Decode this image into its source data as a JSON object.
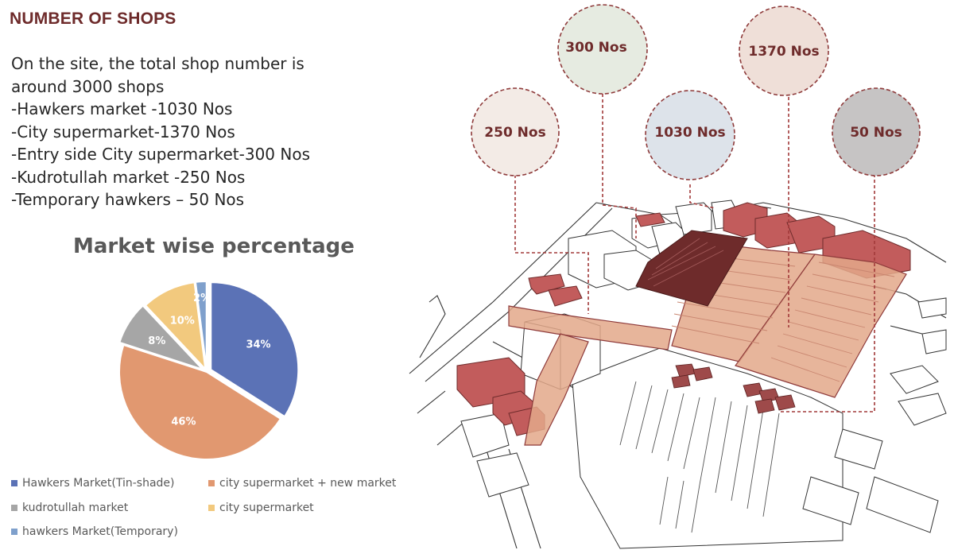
{
  "heading": "NUMBER OF SHOPS",
  "description": [
    "On the site, the total shop number is",
    "around 3000 shops",
    "-Hawkers market -1030 Nos",
    "-City supermarket-1370 Nos",
    "-Entry side City supermarket-300 Nos",
    "-Kudrotullah market -250 Nos",
    "-Temporary hawkers – 50 Nos"
  ],
  "chart_data": {
    "type": "pie",
    "title": "Market wise percentage",
    "categories": [
      "Hawkers Market(Tin-shade)",
      "city supermarket + new market",
      "kudrotullah market",
      "city supermarket",
      "hawkers Market(Temporary)"
    ],
    "values": [
      34,
      46,
      8,
      10,
      2
    ],
    "labels": [
      "34%",
      "46%",
      "8%",
      "10%",
      "2%"
    ],
    "colors": [
      "#5b72b6",
      "#e19870",
      "#a6a6a6",
      "#f2c97e",
      "#7fa0cc"
    ],
    "legend_position": "bottom"
  },
  "callouts": [
    {
      "label": "250 Nos",
      "fill": "#f3ebe6"
    },
    {
      "label": "300 Nos",
      "fill": "#e6ebe1"
    },
    {
      "label": "1030 Nos",
      "fill": "#dde3ea"
    },
    {
      "label": "1370 Nos",
      "fill": "#efdfd8"
    },
    {
      "label": "50 Nos",
      "fill": "#c6c4c4"
    }
  ],
  "colors": {
    "heading": "#6e2b2b",
    "callout_border": "#8e3a3a",
    "building_red": "#c25c5c",
    "market_fill": "#e3a889"
  }
}
